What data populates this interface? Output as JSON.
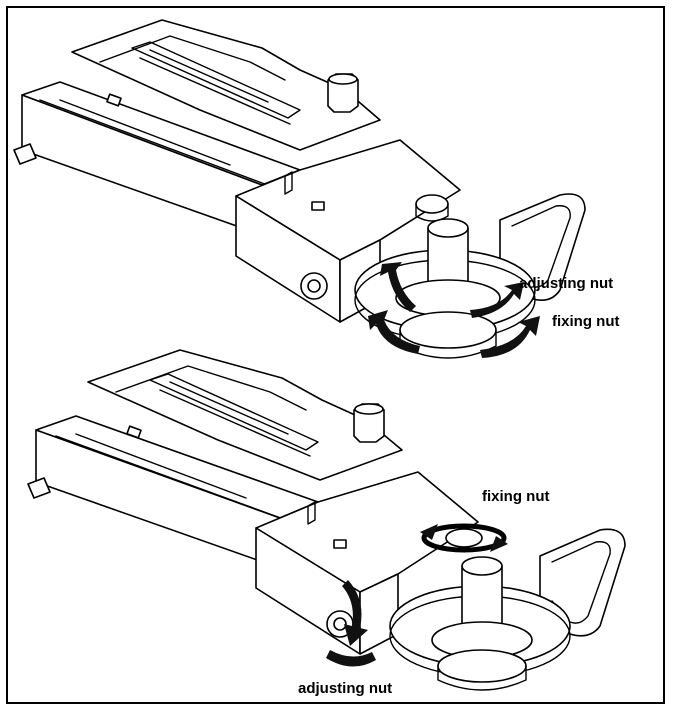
{
  "labels": {
    "top_adjusting": "adjusting nut",
    "top_fixing": "fixing nut",
    "bottom_fixing": "fixing nut",
    "bottom_adjusting": "adjusting nut"
  },
  "colors": {
    "line": "#000000",
    "background": "#ffffff"
  }
}
